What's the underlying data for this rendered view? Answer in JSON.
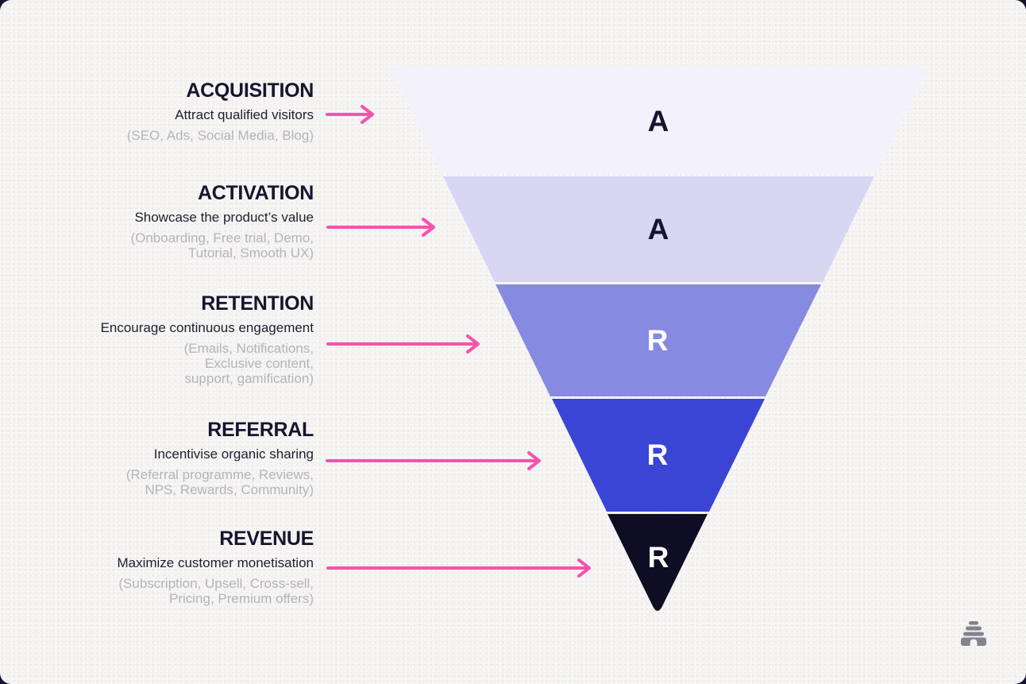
{
  "page": {
    "background_color": "#f4f3f1",
    "card_corner_color": "#15142e",
    "logo_icon": "beehive-logo",
    "logo_color": "#83828e"
  },
  "funnel": {
    "type": "inverted-funnel",
    "arrow_color": "#f552af",
    "divider_color": "#ffffff",
    "stages": [
      {
        "id": "acquisition",
        "title": "ACQUISITION",
        "description": "Attract qualified visitors",
        "tactics_lines": [
          "(SEO, Ads, Social Media, Blog)",
          "",
          ""
        ],
        "letter": "A",
        "color": "#f3f1fc",
        "letter_color": "#16142e"
      },
      {
        "id": "activation",
        "title": "ACTIVATION",
        "description": "Showcase the product’s value",
        "tactics_lines": [
          "(Onboarding, Free trial, Demo,",
          "Tutorial, Smooth UX)",
          ""
        ],
        "letter": "A",
        "color": "#d8d6f3",
        "letter_color": "#16142e"
      },
      {
        "id": "retention",
        "title": "RETENTION",
        "description": "Encourage continuous engagement",
        "tactics_lines": [
          "(Emails, Notifications,",
          "Exclusive content,",
          "support, gamification)"
        ],
        "letter": "R",
        "color": "#878ae1",
        "letter_color": "#ffffff"
      },
      {
        "id": "referral",
        "title": "REFERRAL",
        "description": "Incentivise organic sharing",
        "tactics_lines": [
          "(Referral programme, Reviews,",
          "NPS, Rewards, Community)",
          ""
        ],
        "letter": "R",
        "color": "#3a45d6",
        "letter_color": "#ffffff"
      },
      {
        "id": "revenue",
        "title": "REVENUE",
        "description": "Maximize customer monetisation",
        "tactics_lines": [
          "(Subscription, Upsell, Cross-sell,",
          "Pricing, Premium offers)",
          ""
        ],
        "letter": "R",
        "color": "#0e0d24",
        "letter_color": "#ffffff"
      }
    ]
  }
}
